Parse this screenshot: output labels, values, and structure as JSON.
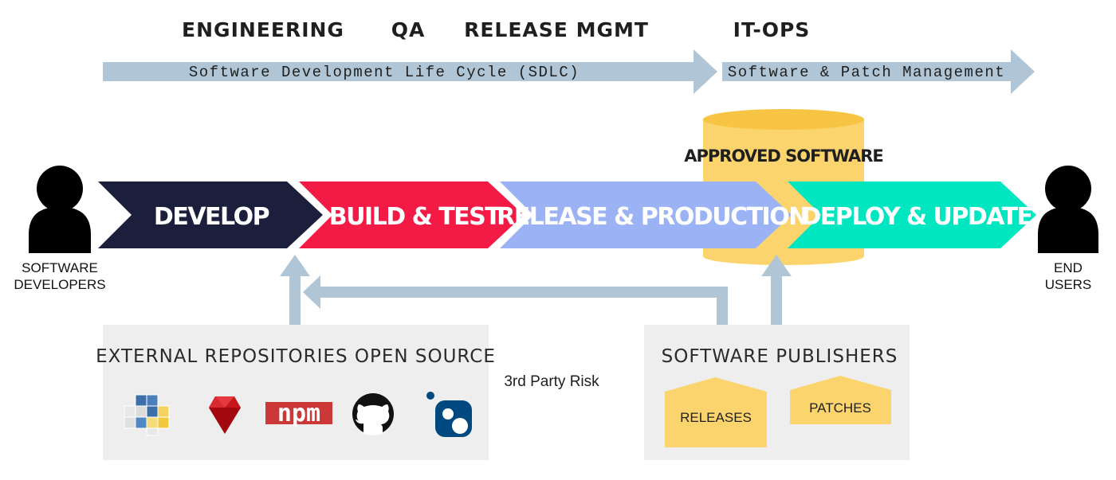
{
  "teams": [
    {
      "label": "ENGINEERING"
    },
    {
      "label": "QA"
    },
    {
      "label": "RELEASE MGMT"
    },
    {
      "label": "IT-OPS"
    }
  ],
  "bands": {
    "sdlc": "Software Development Life Cycle (SDLC)",
    "patch_mgmt": "Software & Patch Management"
  },
  "stages": [
    {
      "label": "DEVELOP",
      "color": "#1b1f3b"
    },
    {
      "label": "BUILD & TEST",
      "color": "#f31a45"
    },
    {
      "label": "RELEASE & PRODUCTION",
      "color": "#9bb3f5"
    },
    {
      "label": "DEPLOY & UPDATE",
      "color": "#00e6c0"
    }
  ],
  "approved_store": {
    "label": "APPROVED SOFTWARE",
    "color": "#fcd46e"
  },
  "people": {
    "developers": [
      "SOFTWARE",
      "DEVELOPERS"
    ],
    "end_users": [
      "END",
      "USERS"
    ]
  },
  "external_repos": {
    "title": "EXTERNAL REPOSITORIES OPEN SOURCE",
    "icons": [
      "python-icon",
      "ruby-icon",
      "npm-icon",
      "github-icon",
      "nuget-icon"
    ],
    "npm_logo_text": "npm"
  },
  "risk_label": "3rd Party Risk",
  "publishers": {
    "title": "SOFTWARE PUBLISHERS",
    "releases": "RELEASES",
    "patches": "PATCHES"
  },
  "colors": {
    "arrow_band": "#b0c6d6",
    "box_bg": "#eeeeee"
  }
}
